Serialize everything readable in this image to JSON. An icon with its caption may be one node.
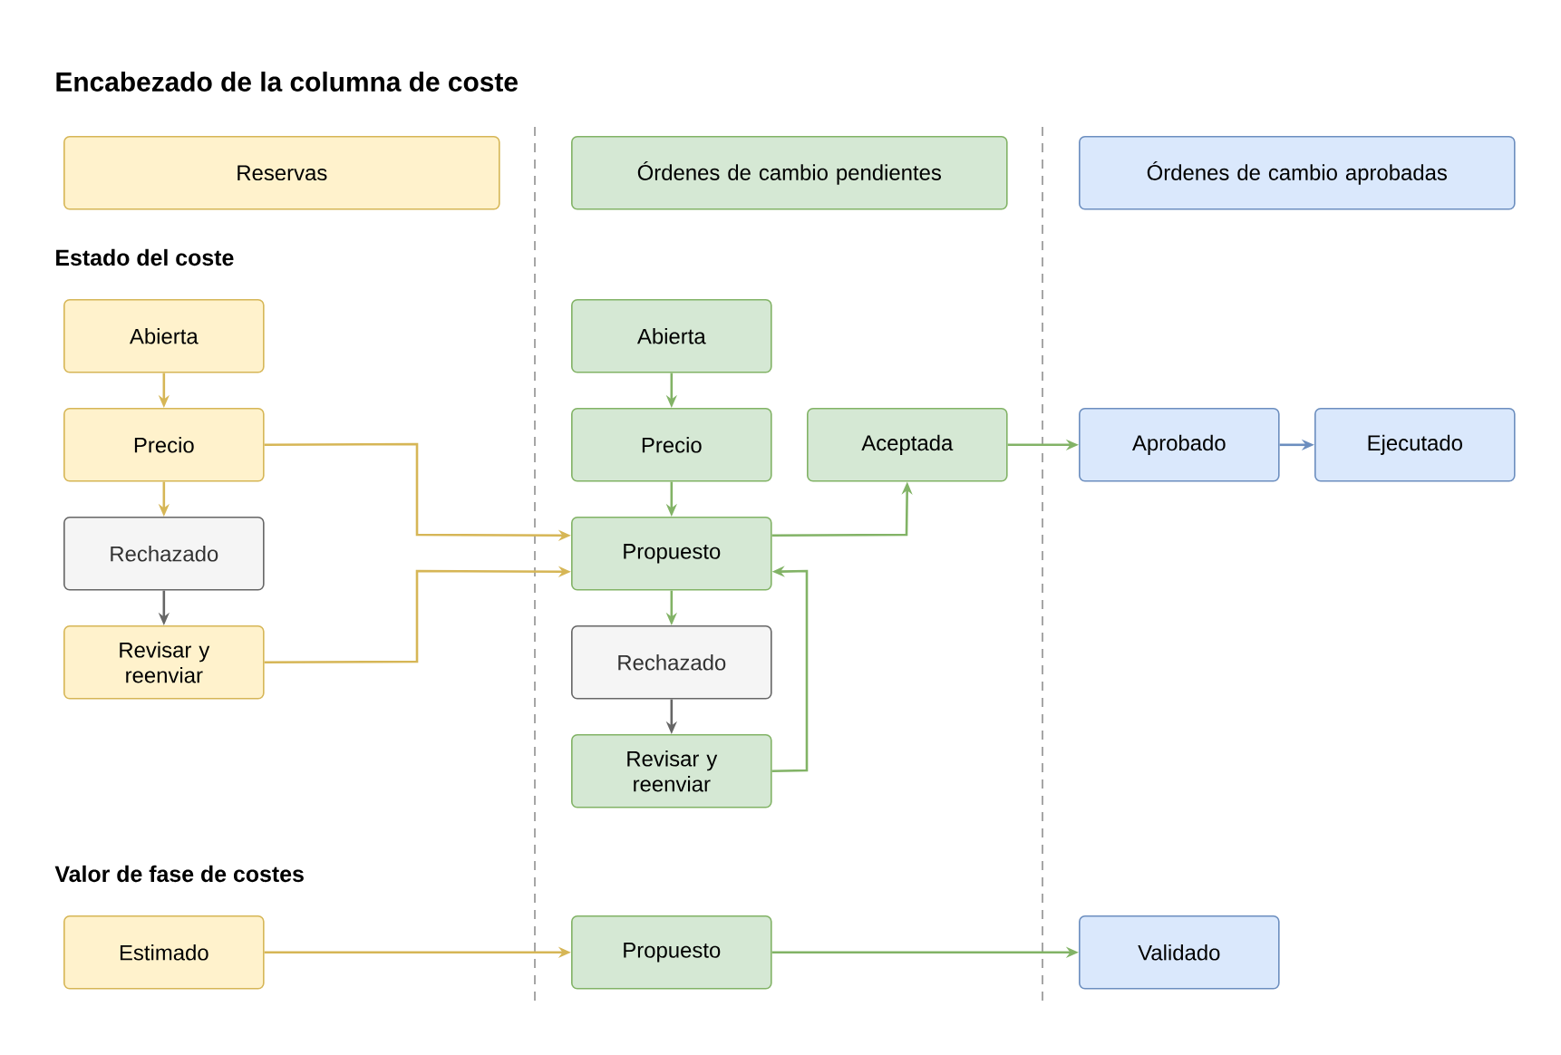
{
  "diagram": {
    "title": "Encabezado de la columna de coste",
    "nodes": [
      {
        "text": [
          "Reservas"
        ]
      },
      {
        "text": [
          "Órdenes de cambio pendientes"
        ]
      },
      {
        "text": [
          "Órdenes de cambio aprobadas"
        ]
      },
      {
        "text": [
          "Abierta"
        ]
      },
      {
        "text": [
          "Precio"
        ]
      },
      {
        "text": [
          "Rechazado"
        ]
      },
      {
        "text": [
          "Revisar y reenviar"
        ]
      },
      {
        "text": [
          "Abierta"
        ]
      },
      {
        "text": [
          "Precio"
        ]
      },
      {
        "text": [
          "Propuesto"
        ]
      },
      {
        "text": [
          "Rechazado"
        ]
      },
      {
        "text": [
          "Revisar y reenviar"
        ]
      },
      {
        "text": [
          "Aceptada"
        ]
      },
      {
        "text": [
          "Aprobado"
        ]
      },
      {
        "text": [
          "Ejecutado"
        ]
      },
      {
        "text": [
          "Estimado"
        ]
      },
      {
        "text": [
          "Propuesto"
        ]
      },
      {
        "text": [
          "Validado"
        ]
      }
    ],
    "edges": [
      {
        "from": 3,
        "to": 4,
        "arrow": "to",
        "color": "#d6b656"
      },
      {
        "from": 4,
        "to": 5,
        "arrow": "to",
        "color": "#d6b656"
      },
      {
        "from": 5,
        "to": 6,
        "arrow": "to",
        "color": "#666666"
      },
      {
        "from": 4,
        "to": 9,
        "arrow": "to",
        "color": "#d6b656"
      },
      {
        "from": 6,
        "to": 9,
        "arrow": "to",
        "color": "#d6b656"
      },
      {
        "from": 7,
        "to": 8,
        "arrow": "to"
      },
      {
        "from": 8,
        "to": 9,
        "arrow": "to"
      },
      {
        "from": 9,
        "to": 10,
        "arrow": "to"
      },
      {
        "from": 10,
        "to": 11,
        "arrow": "to",
        "color": "#666666"
      },
      {
        "from": 11,
        "to": 9,
        "arrow": "to"
      },
      {
        "from": 9,
        "to": 12,
        "arrow": "to"
      },
      {
        "from": 12,
        "to": 13,
        "arrow": "to"
      },
      {
        "from": 13,
        "to": 14,
        "arrow": "to",
        "color": "#6c8ebf"
      },
      {
        "from": 15,
        "to": 16,
        "arrow": "to",
        "color": "#d6b656"
      },
      {
        "from": 16,
        "to": 17,
        "arrow": "to"
      }
    ],
    "labels": [
      "Estado del coste",
      "Valor de fase de costes"
    ]
  }
}
